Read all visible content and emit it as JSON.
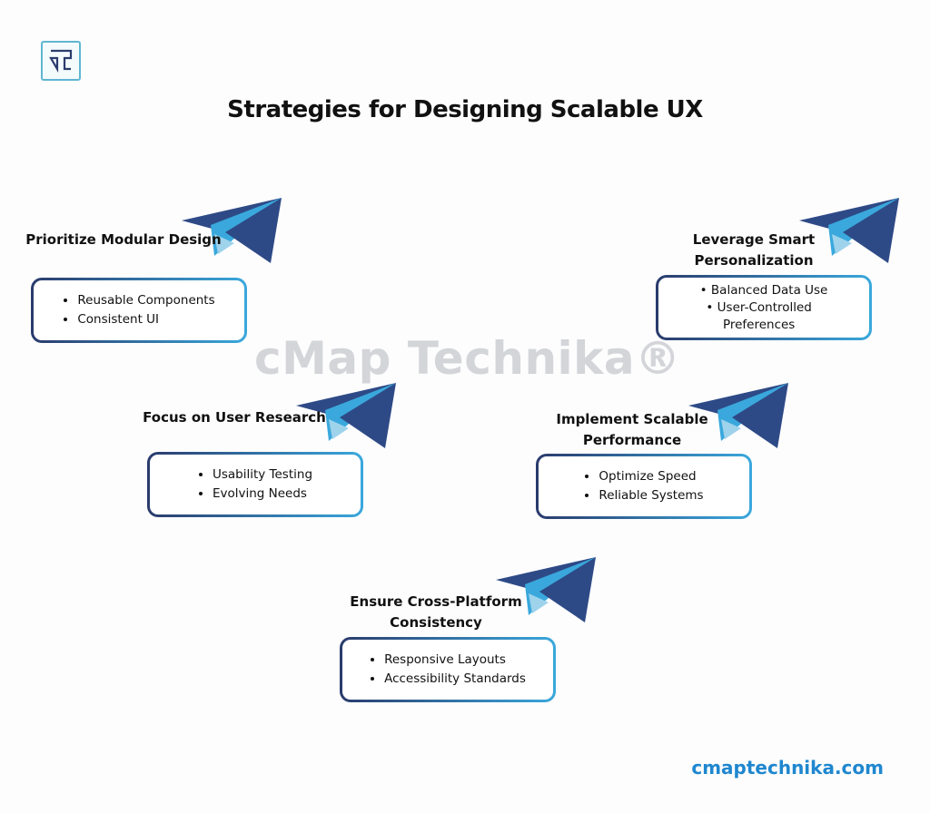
{
  "logo": {
    "letter": "T",
    "icon": "cmap-technika-logo"
  },
  "title": "Strategies for Designing Scalable UX",
  "watermark": "cMap Technika®",
  "colors": {
    "navy": "#2a3b6c",
    "blue": "#3aa8dc",
    "light_blue": "#9fd3ec",
    "footer": "#1f87cf"
  },
  "strategies": [
    {
      "title": "Prioritize Modular Design",
      "items": [
        "Reusable Components",
        "Consistent UI"
      ]
    },
    {
      "title": "Leverage Smart Personalization",
      "items": [
        "Balanced Data Use",
        "User-Controlled Preferences"
      ]
    },
    {
      "title": "Focus on User Research",
      "items": [
        "Usability Testing",
        "Evolving Needs"
      ]
    },
    {
      "title": "Implement Scalable Performance",
      "items": [
        "Optimize Speed",
        "Reliable Systems"
      ]
    },
    {
      "title": "Ensure Cross-Platform Consistency",
      "items": [
        "Responsive Layouts",
        "Accessibility Standards"
      ]
    }
  ],
  "footer": "cmaptechnika.com"
}
